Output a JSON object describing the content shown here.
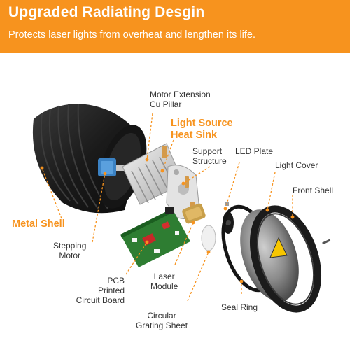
{
  "banner": {
    "title": "Upgraded Radiating Desgin",
    "subtitle": "Protects laser lights from overheat and lengthen its life."
  },
  "labels": {
    "motor_extension_1": "Motor Extension",
    "motor_extension_2": "Cu Pillar",
    "heat_sink_1": "Light Source",
    "heat_sink_2": "Heat Sink",
    "support_1": "Support",
    "support_2": "Structure",
    "led_plate": "LED Plate",
    "light_cover": "Light Cover",
    "front_shell": "Front Shell",
    "metal_shell": "Metal Shell",
    "stepping_1": "Stepping",
    "stepping_2": "Motor",
    "pcb_1": "PCB",
    "pcb_2": "Printed",
    "pcb_3": "Circuit Board",
    "laser_1": "Laser",
    "laser_2": "Module",
    "seal_ring": "Seal Ring",
    "grating_1": "Circular",
    "grating_2": "Grating Sheet"
  },
  "colors": {
    "accent": "#f7931e",
    "shell": "#1c1c1c",
    "pcb": "#2e7d32",
    "heatsink": "#d8d8d8"
  }
}
